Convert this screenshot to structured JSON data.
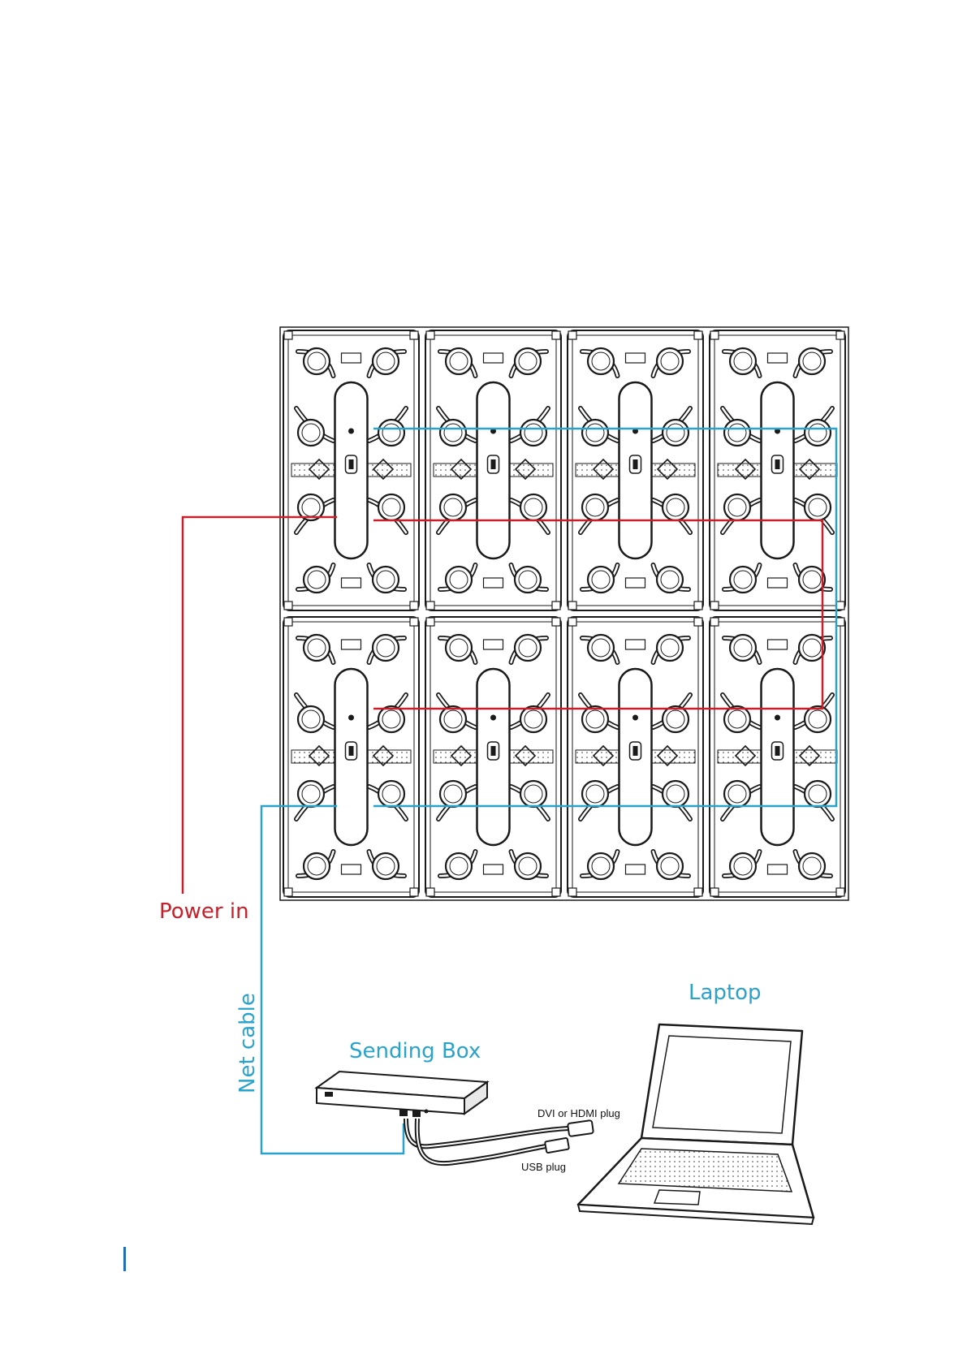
{
  "labels": {
    "power_in": "Power in",
    "net_cable": "Net cable",
    "sending_box": "Sending Box",
    "laptop": "Laptop",
    "dvi_hdmi_plug": "DVI or HDMI plug",
    "usb_plug": "USB plug"
  },
  "colors": {
    "power_line": "#c8202a",
    "net_line": "#2aa3cc",
    "cabinet_stroke": "#1a1a1a",
    "page_marker": "#1f6fb5"
  },
  "icons": {
    "cabinet": "led-cabinet-icon",
    "sending_box": "sending-box-icon",
    "laptop": "laptop-icon"
  }
}
